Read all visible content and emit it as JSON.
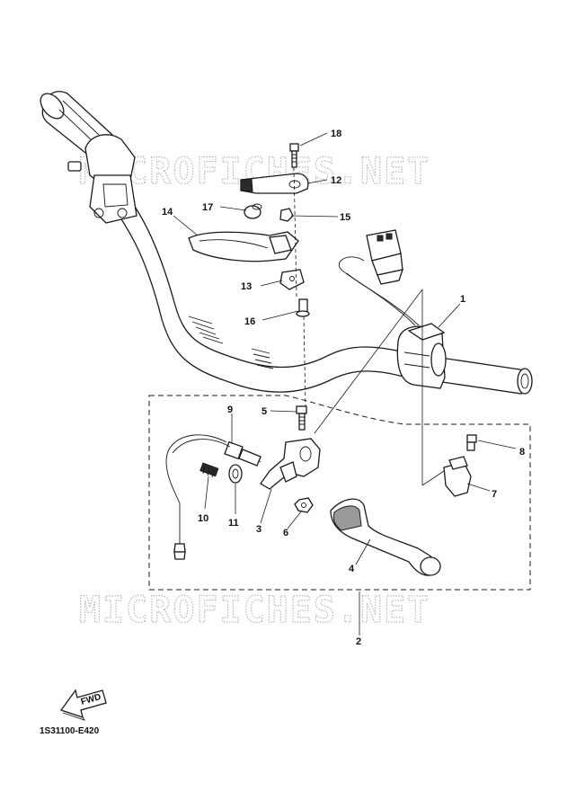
{
  "watermark": {
    "text_top": "MICROFICHES.NET",
    "text_bottom": "MICROFICHES.NET"
  },
  "callouts": {
    "c1": "1",
    "c2": "2",
    "c3": "3",
    "c4": "4",
    "c5": "5",
    "c6": "6",
    "c7": "7",
    "c8": "8",
    "c9": "9",
    "c10": "10",
    "c11": "11",
    "c12": "12",
    "c13": "13",
    "c14": "14",
    "c15": "15",
    "c16": "16",
    "c17": "17",
    "c18": "18"
  },
  "fwd_label": "FWD",
  "reference_code": "1S31100-E420"
}
